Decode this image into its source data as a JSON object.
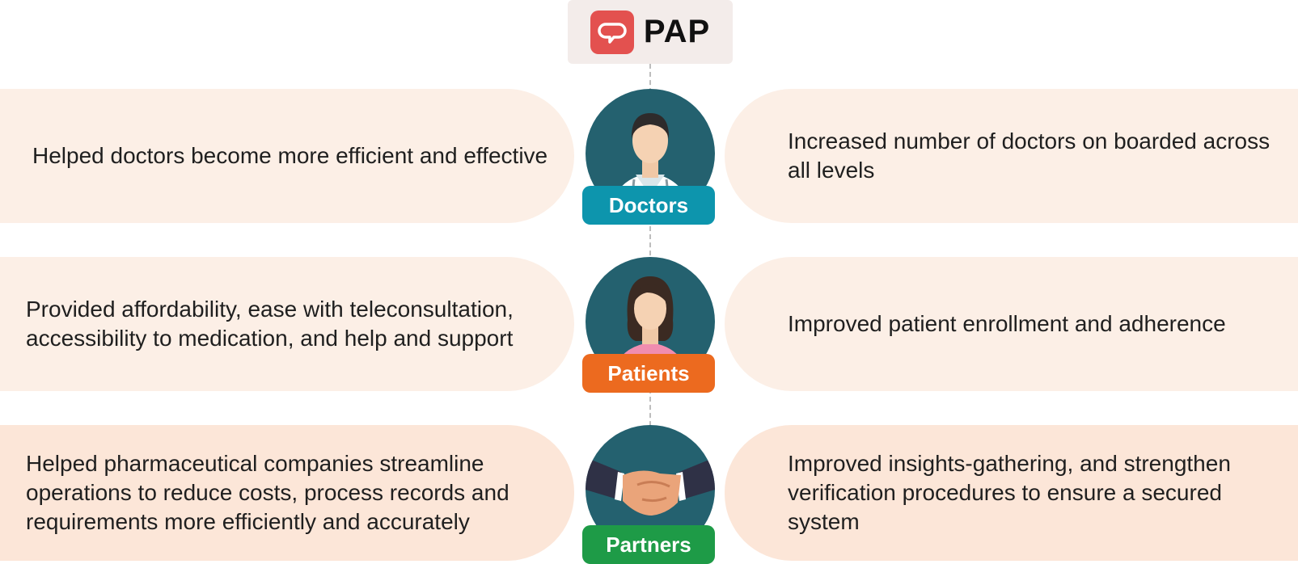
{
  "brand": {
    "name": "PAP",
    "accent_color": "#e3514f",
    "icon": "chat-bubble-logo-icon"
  },
  "rows": [
    {
      "label": "Doctors",
      "label_color": "#0d95ad",
      "icon": "doctor-icon",
      "left_text": "Helped doctors become more efficient and effective",
      "right_text": "Increased number of doctors on boarded across all levels"
    },
    {
      "label": "Patients",
      "label_color": "#ec6a1f",
      "icon": "patient-icon",
      "left_text": "Provided affordability, ease with teleconsultation, accessibility to medication, and help and support",
      "right_text": "Improved patient enrollment and adherence"
    },
    {
      "label": "Partners",
      "label_color": "#1e9b47",
      "icon": "handshake-icon",
      "left_text": "Helped pharmaceutical companies streamline operations to reduce costs, process records and requirements more efficiently and accurately",
      "right_text": "Improved insights-gathering, and strengthen verification procedures to ensure a secured system"
    }
  ]
}
